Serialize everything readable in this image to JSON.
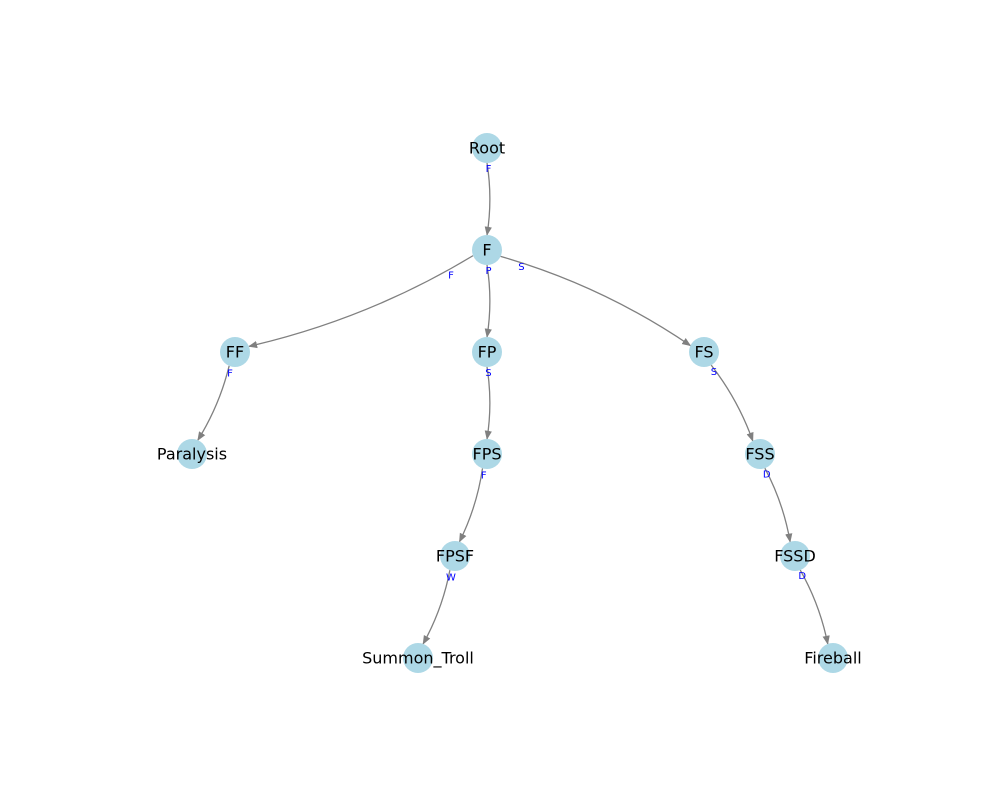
{
  "colors": {
    "node_fill": "#add8e6",
    "edge_stroke": "#808080",
    "edge_label": "#0000ff",
    "node_label": "#000000"
  },
  "nodes": [
    {
      "id": "root",
      "label": "Root"
    },
    {
      "id": "f",
      "label": "F"
    },
    {
      "id": "ff",
      "label": "FF"
    },
    {
      "id": "fp",
      "label": "FP"
    },
    {
      "id": "fs",
      "label": "FS"
    },
    {
      "id": "paralysis",
      "label": "Paralysis"
    },
    {
      "id": "fps",
      "label": "FPS"
    },
    {
      "id": "fss",
      "label": "FSS"
    },
    {
      "id": "fpsf",
      "label": "FPSF"
    },
    {
      "id": "fssd",
      "label": "FSSD"
    },
    {
      "id": "summon_troll",
      "label": "Summon_Troll"
    },
    {
      "id": "fireball",
      "label": "Fireball"
    }
  ],
  "edges": [
    {
      "from": "root",
      "to": "f",
      "label": "F"
    },
    {
      "from": "f",
      "to": "ff",
      "label": "F"
    },
    {
      "from": "f",
      "to": "fp",
      "label": "P"
    },
    {
      "from": "f",
      "to": "fs",
      "label": "S"
    },
    {
      "from": "ff",
      "to": "paralysis",
      "label": "F"
    },
    {
      "from": "fp",
      "to": "fps",
      "label": "S"
    },
    {
      "from": "fs",
      "to": "fss",
      "label": "S"
    },
    {
      "from": "fps",
      "to": "fpsf",
      "label": "F"
    },
    {
      "from": "fss",
      "to": "fssd",
      "label": "D"
    },
    {
      "from": "fpsf",
      "to": "summon_troll",
      "label": "W"
    },
    {
      "from": "fssd",
      "to": "fireball",
      "label": "D"
    }
  ]
}
